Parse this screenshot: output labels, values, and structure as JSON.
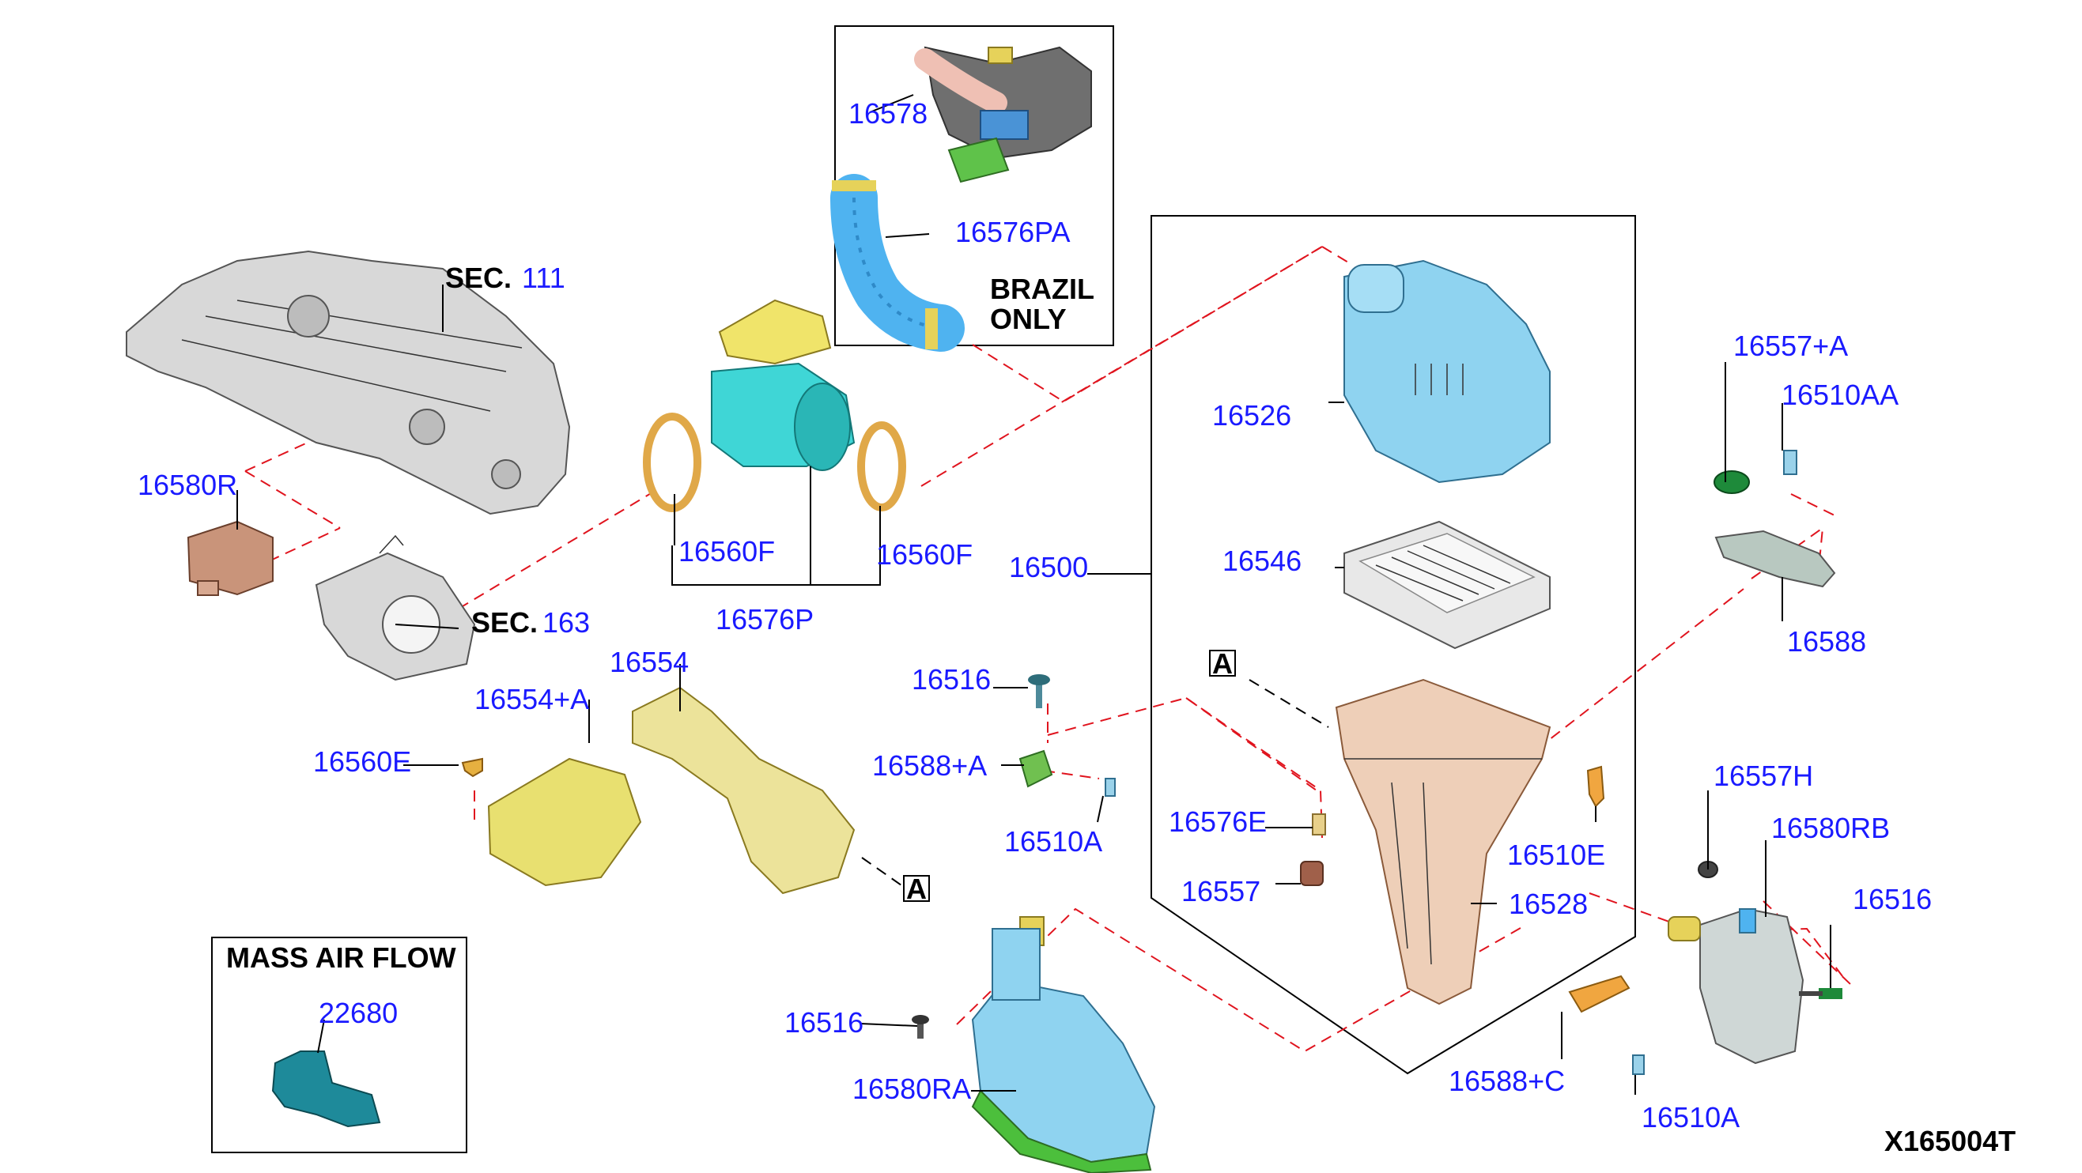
{
  "colors": {
    "label": "#1a1aff",
    "leader": "#000000",
    "dashed_link": "#e0141e",
    "airbox_blue": "#8fd3f0",
    "duct_blue": "#4fb3f0",
    "mass_air_teal": "#1e8a9a",
    "yellow": "#f0e46a",
    "cyan_body": "#3fd6d6",
    "tan": "#eecfb8",
    "orange": "#f0a640",
    "green": "#4cbf3c",
    "silver": "#d8d8d8",
    "grey_sensor": "#cfd7d6"
  },
  "sections": {
    "sec111_prefix": "SEC.",
    "sec111_num": "111",
    "sec163_prefix": "SEC.",
    "sec163_num": "163"
  },
  "notes": {
    "brazil_line1": "BRAZIL",
    "brazil_line2": "ONLY",
    "mass_air_flow": "MASS AIR FLOW",
    "ref_a": "A",
    "diagram_id": "X165004T"
  },
  "labels": {
    "p16578": "16578",
    "p16576PA": "16576PA",
    "p16580R": "16580R",
    "p16560F_left": "16560F",
    "p16560F_right": "16560F",
    "p16576P": "16576P",
    "p16500": "16500",
    "p16526": "16526",
    "p16546": "16546",
    "p16557A": "16557+A",
    "p16510AA": "16510AA",
    "p16588": "16588",
    "p16554": "16554",
    "p16554A": "16554+A",
    "p16560E": "16560E",
    "p16516_top": "16516",
    "p16588A": "16588+A",
    "p16510A_mid": "16510A",
    "p16576E": "16576E",
    "p16557": "16557",
    "p16510E": "16510E",
    "p16528": "16528",
    "p16557H": "16557H",
    "p16580RB": "16580RB",
    "p16516_right": "16516",
    "p16516_low": "16516",
    "p16580RA": "16580RA",
    "p16588C": "16588+C",
    "p16510A_low": "16510A",
    "p22680": "22680"
  }
}
